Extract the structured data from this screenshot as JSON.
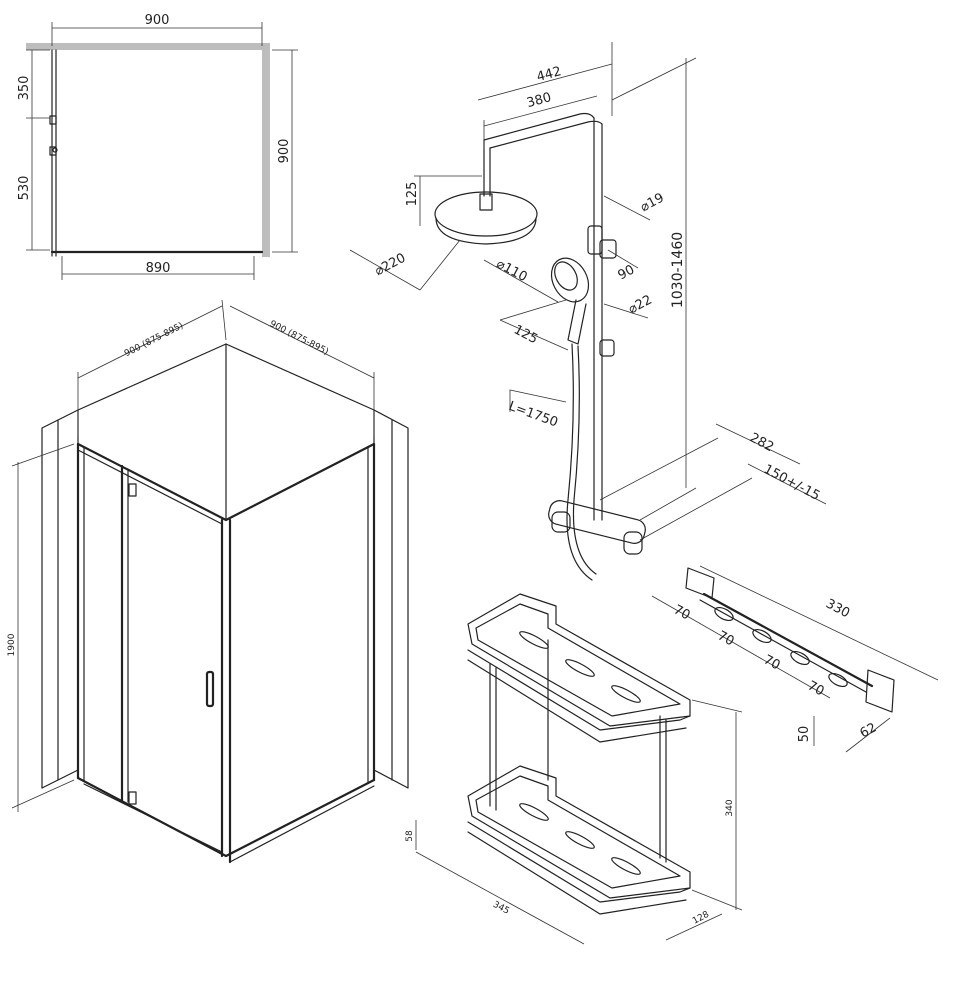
{
  "plan": {
    "top": "900",
    "left_upper": "350",
    "left_lower": "530",
    "right": "900",
    "bottom": "890"
  },
  "cabin": {
    "front_width": "900 (875-895)",
    "side_width": "900 (875-895)",
    "height": "1900"
  },
  "shower": {
    "arm_outer": "442",
    "arm_inner": "380",
    "head_height": "125",
    "head_diameter": "⌀220",
    "pipe_diameter": "⌀19",
    "hand_diameter": "⌀110",
    "slider_offset": "90",
    "bar_diameter": "⌀22",
    "handle_length": "125",
    "hose": "L=1750",
    "height_range": "1030-1460",
    "mixer_depth": "282",
    "mixer_spacing": "150+/-15"
  },
  "hook_rail": {
    "length": "330",
    "spacing_1": "70",
    "spacing_2": "70",
    "spacing_3": "70",
    "spacing_4": "70",
    "height": "50",
    "depth": "62"
  },
  "shelf": {
    "rim_height": "58",
    "total_height": "340",
    "width": "345",
    "depth": "128"
  }
}
